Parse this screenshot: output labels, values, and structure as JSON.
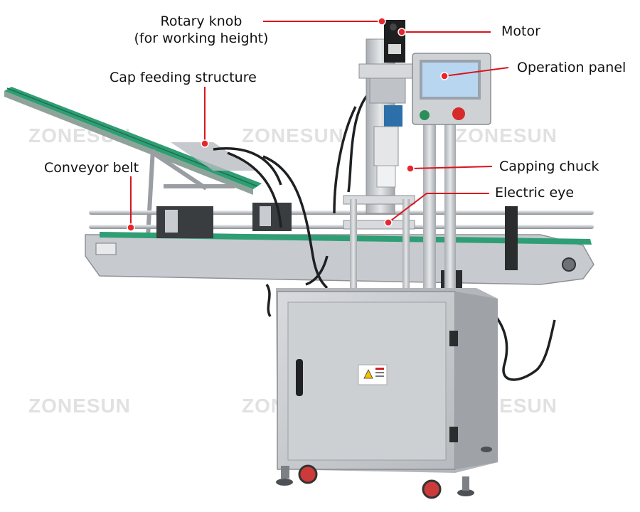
{
  "watermark": "ZONESUN",
  "callouts": {
    "rotary_knob": "Rotary knob",
    "rotary_knob_sub": "(for working height)",
    "motor": "Motor",
    "cap_feeding": "Cap feeding structure",
    "operation_panel": "Operation panel",
    "conveyor_belt": "Conveyor belt",
    "capping_chuck": "Capping chuck",
    "electric_eye": "Electric eye"
  },
  "colors": {
    "callout_line": "#d9141e",
    "callout_dot": "#e8262d",
    "steel": "#c9ccd0",
    "belt": "#2f9e74",
    "screen": "#b9d6f0"
  }
}
